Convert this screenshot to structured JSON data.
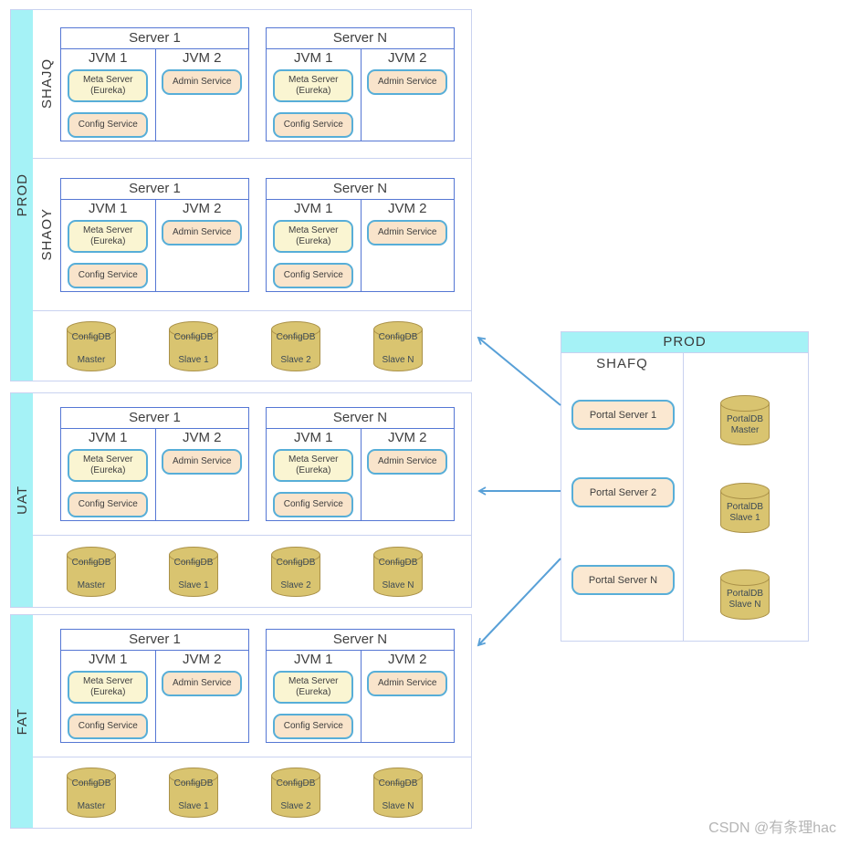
{
  "colors": {
    "cyan_band": "#a5f2f6",
    "outer_border": "#c9d2f0",
    "server_border": "#5577d4",
    "chip_border": "#57aed8",
    "meta_fill": "#faf5d2",
    "peach_fill": "#f9e4cb",
    "cylinder_fill": "#d9c470",
    "cylinder_border": "#aa9148",
    "arrow": "#58a0d7"
  },
  "environments": [
    {
      "label": "PROD",
      "sections": [
        {
          "label": "SHAJQ",
          "servers": [
            {
              "title": "Server 1",
              "jvms": [
                {
                  "label": "JVM 1",
                  "services": [
                    {
                      "text": "Meta Server\n(Eureka)",
                      "type": "meta"
                    },
                    {
                      "text": "Config Service",
                      "type": "config"
                    }
                  ]
                },
                {
                  "label": "JVM 2",
                  "services": [
                    {
                      "text": "Admin Service",
                      "type": "admin"
                    }
                  ]
                }
              ]
            },
            {
              "title": "Server N",
              "jvms": [
                {
                  "label": "JVM 1",
                  "services": [
                    {
                      "text": "Meta Server\n(Eureka)",
                      "type": "meta"
                    },
                    {
                      "text": "Config Service",
                      "type": "config"
                    }
                  ]
                },
                {
                  "label": "JVM 2",
                  "services": [
                    {
                      "text": "Admin Service",
                      "type": "admin"
                    }
                  ]
                }
              ]
            }
          ]
        },
        {
          "label": "SHAOY",
          "servers": [
            {
              "title": "Server 1",
              "jvms": [
                {
                  "label": "JVM 1",
                  "services": [
                    {
                      "text": "Meta Server\n(Eureka)",
                      "type": "meta"
                    },
                    {
                      "text": "Config Service",
                      "type": "config"
                    }
                  ]
                },
                {
                  "label": "JVM 2",
                  "services": [
                    {
                      "text": "Admin Service",
                      "type": "admin"
                    }
                  ]
                }
              ]
            },
            {
              "title": "Server N",
              "jvms": [
                {
                  "label": "JVM 1",
                  "services": [
                    {
                      "text": "Meta Server\n(Eureka)",
                      "type": "meta"
                    },
                    {
                      "text": "Config Service",
                      "type": "config"
                    }
                  ]
                },
                {
                  "label": "JVM 2",
                  "services": [
                    {
                      "text": "Admin Service",
                      "type": "admin"
                    }
                  ]
                }
              ]
            }
          ]
        }
      ],
      "databases": [
        {
          "name": "ConfigDB",
          "role": "Master"
        },
        {
          "name": "ConfigDB",
          "role": "Slave 1"
        },
        {
          "name": "ConfigDB",
          "role": "Slave 2"
        },
        {
          "name": "ConfigDB",
          "role": "Slave N"
        }
      ]
    },
    {
      "label": "UAT",
      "sections": [
        {
          "label": "",
          "servers": [
            {
              "title": "Server 1",
              "jvms": [
                {
                  "label": "JVM 1",
                  "services": [
                    {
                      "text": "Meta Server\n(Eureka)",
                      "type": "meta"
                    },
                    {
                      "text": "Config Service",
                      "type": "config"
                    }
                  ]
                },
                {
                  "label": "JVM 2",
                  "services": [
                    {
                      "text": "Admin Service",
                      "type": "admin"
                    }
                  ]
                }
              ]
            },
            {
              "title": "Server N",
              "jvms": [
                {
                  "label": "JVM 1",
                  "services": [
                    {
                      "text": "Meta Server\n(Eureka)",
                      "type": "meta"
                    },
                    {
                      "text": "Config Service",
                      "type": "config"
                    }
                  ]
                },
                {
                  "label": "JVM 2",
                  "services": [
                    {
                      "text": "Admin Service",
                      "type": "admin"
                    }
                  ]
                }
              ]
            }
          ]
        }
      ],
      "databases": [
        {
          "name": "ConfigDB",
          "role": "Master"
        },
        {
          "name": "ConfigDB",
          "role": "Slave 1"
        },
        {
          "name": "ConfigDB",
          "role": "Slave 2"
        },
        {
          "name": "ConfigDB",
          "role": "Slave N"
        }
      ]
    },
    {
      "label": "FAT",
      "sections": [
        {
          "label": "",
          "servers": [
            {
              "title": "Server 1",
              "jvms": [
                {
                  "label": "JVM 1",
                  "services": [
                    {
                      "text": "Meta Server\n(Eureka)",
                      "type": "meta"
                    },
                    {
                      "text": "Config Service",
                      "type": "config"
                    }
                  ]
                },
                {
                  "label": "JVM 2",
                  "services": [
                    {
                      "text": "Admin Service",
                      "type": "admin"
                    }
                  ]
                }
              ]
            },
            {
              "title": "Server N",
              "jvms": [
                {
                  "label": "JVM 1",
                  "services": [
                    {
                      "text": "Meta Server\n(Eureka)",
                      "type": "meta"
                    },
                    {
                      "text": "Config Service",
                      "type": "config"
                    }
                  ]
                },
                {
                  "label": "JVM 2",
                  "services": [
                    {
                      "text": "Admin Service",
                      "type": "admin"
                    }
                  ]
                }
              ]
            }
          ]
        }
      ],
      "databases": [
        {
          "name": "ConfigDB",
          "role": "Master"
        },
        {
          "name": "ConfigDB",
          "role": "Slave 1"
        },
        {
          "name": "ConfigDB",
          "role": "Slave 2"
        },
        {
          "name": "ConfigDB",
          "role": "Slave N"
        }
      ]
    }
  ],
  "portal_cluster": {
    "header": "PROD",
    "name": "SHAFQ",
    "servers": [
      "Portal Server 1",
      "Portal Server 2",
      "Portal Server N"
    ],
    "databases": [
      {
        "name": "PortalDB",
        "role": "Master"
      },
      {
        "name": "PortalDB",
        "role": "Slave 1"
      },
      {
        "name": "PortalDB",
        "role": "Slave N"
      }
    ]
  },
  "watermark": "CSDN @有条理hac"
}
